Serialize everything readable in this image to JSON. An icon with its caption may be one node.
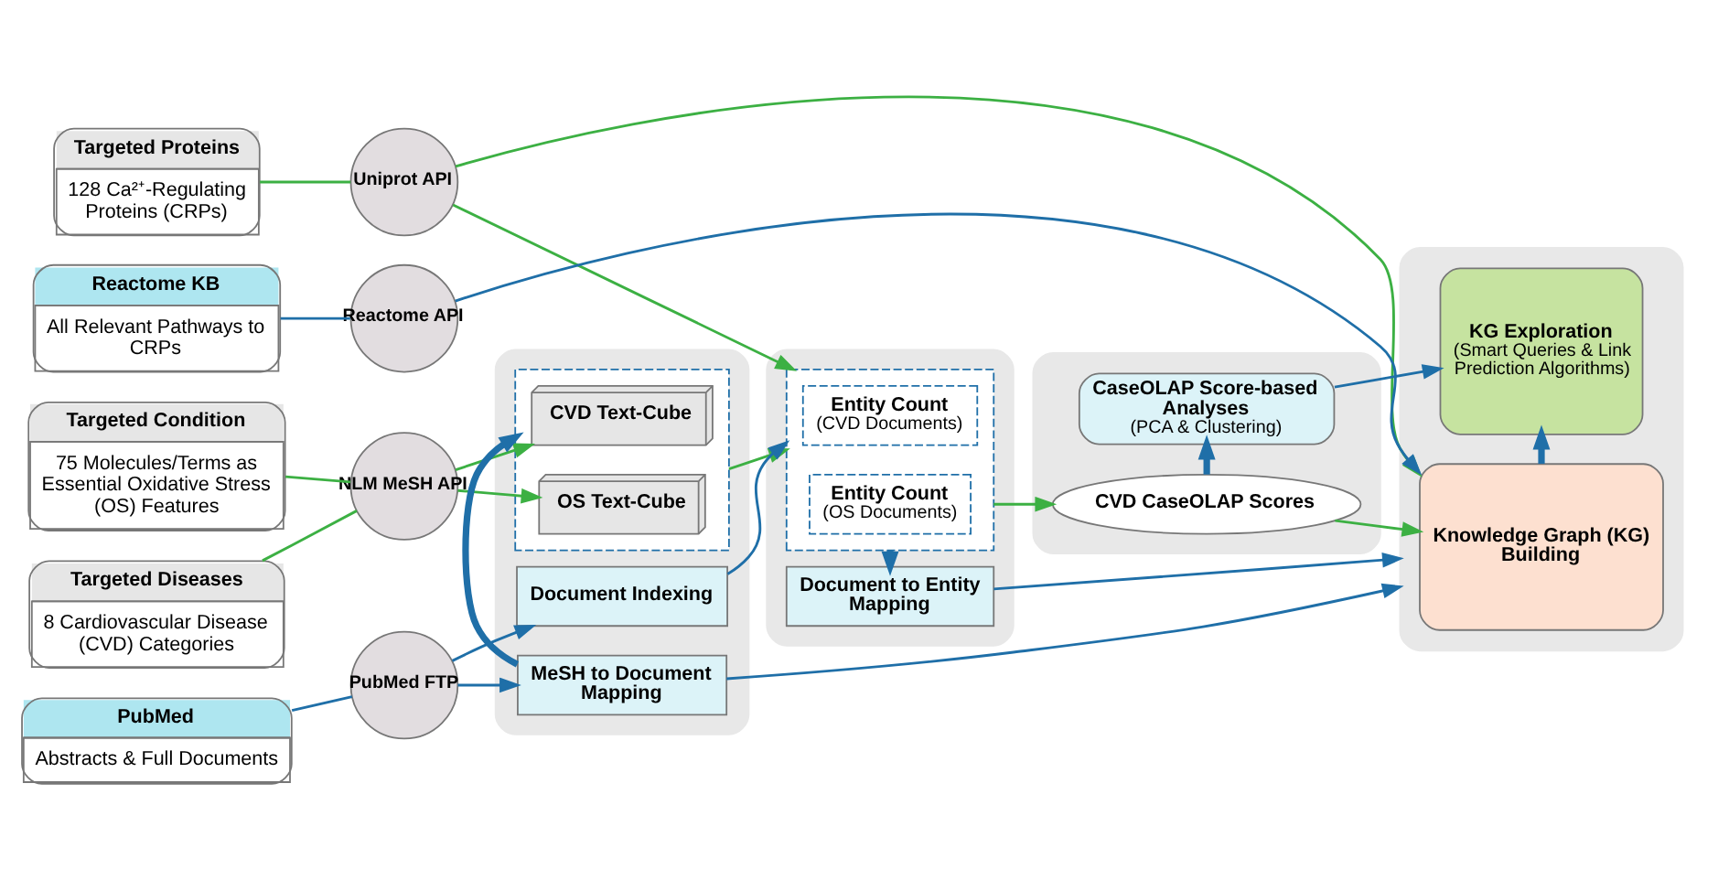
{
  "diagram": {
    "nodes": [
      {
        "text": [
          "Targeted Proteins",
          "128 Ca²⁺-Regulating Proteins (CRPs)"
        ]
      },
      {
        "text": [
          "Uniprot API"
        ]
      },
      {
        "text": [
          "Targeted Diseases",
          "8 Cardiovascular Disease (CVD) Categories"
        ]
      },
      {
        "text": [
          "Targeted Condition",
          "75 Molecules/Terms as Essential Oxidative Stress (OS) Features"
        ]
      },
      {
        "text": [
          "NLM MeSH API"
        ]
      },
      {
        "text": [
          "PubMed",
          "Abstracts & Full Documents"
        ]
      },
      {
        "text": [
          "PubMed FTP"
        ]
      },
      {
        "text": [
          "Reactome KB",
          "All Relevant Pathways to CRPs"
        ]
      },
      {
        "text": [
          "Reactome API"
        ]
      },
      {
        "text": [],
        "shape": "box"
      },
      {
        "text": [],
        "shape": "box",
        "in": 9
      },
      {
        "text": [
          "CVD Text-Cube"
        ],
        "in": 10
      },
      {
        "text": [
          "OS Text-Cube"
        ],
        "in": 10
      },
      {
        "text": [
          "MeSH to Document Mapping"
        ],
        "in": 9
      },
      {
        "text": [
          "Document Indexing"
        ],
        "in": 9
      },
      {
        "text": [],
        "shape": "box"
      },
      {
        "text": [],
        "shape": "box",
        "in": 15
      },
      {
        "text": [
          "Entity Count",
          "(CVD Documents)"
        ],
        "in": 16
      },
      {
        "text": [
          "Entity Count",
          "(OS Documents)"
        ],
        "in": 16
      },
      {
        "text": [
          "Document to Entity Mapping"
        ],
        "in": 15
      },
      {
        "text": [],
        "shape": "box"
      },
      {
        "text": [
          "CVD CaseOLAP Scores"
        ],
        "in": 20
      },
      {
        "text": [
          "CaseOLAP Score-based Analyses",
          "(PCA & Clustering)"
        ],
        "in": 20
      },
      {
        "text": [],
        "shape": "box"
      },
      {
        "text": [
          "Knowledge Graph (KG) Building"
        ],
        "in": 23
      },
      {
        "text": [
          "KG Exploration",
          "(Smart Queries & Link Prediction Algorithms)"
        ],
        "in": 23
      }
    ],
    "edges": [
      {
        "from": 0,
        "to": 1,
        "arrow": "none",
        "color": "#3cb043"
      },
      {
        "from": 1,
        "to": 24,
        "arrow": "to",
        "color": "#3cb043"
      },
      {
        "from": 1,
        "to": 16,
        "arrow": "to",
        "color": "#3cb043"
      },
      {
        "from": 2,
        "to": 4,
        "arrow": "none",
        "color": "#3cb043"
      },
      {
        "from": 3,
        "to": 4,
        "arrow": "none",
        "color": "#3cb043"
      },
      {
        "from": 4,
        "to": 11,
        "arrow": "to",
        "color": "#3cb043"
      },
      {
        "from": 4,
        "to": 12,
        "arrow": "to",
        "color": "#3cb043"
      },
      {
        "from": 10,
        "to": 16,
        "arrow": "to",
        "color": "#3cb043"
      },
      {
        "from": 5,
        "to": 6,
        "arrow": "none"
      },
      {
        "from": 6,
        "to": 13,
        "arrow": "to"
      },
      {
        "from": 6,
        "to": 14,
        "arrow": "to"
      },
      {
        "from": 13,
        "to": 10,
        "arrow": "to",
        "style": "thick"
      },
      {
        "from": 14,
        "to": 16,
        "arrow": "to"
      },
      {
        "from": 13,
        "to": 23,
        "arrow": "to"
      },
      {
        "from": 16,
        "to": 19,
        "arrow": "to",
        "style": "thick"
      },
      {
        "from": 16,
        "to": 21,
        "arrow": "to",
        "color": "#3cb043"
      },
      {
        "from": 19,
        "to": 23,
        "arrow": "to"
      },
      {
        "from": 21,
        "to": 22,
        "arrow": "to",
        "style": "thick"
      },
      {
        "from": 21,
        "to": 24,
        "arrow": "to",
        "color": "#3cb043"
      },
      {
        "from": 22,
        "to": 25,
        "arrow": "to"
      },
      {
        "from": 7,
        "to": 8,
        "arrow": "none"
      },
      {
        "from": 8,
        "to": 24,
        "arrow": "to"
      },
      {
        "from": 24,
        "to": 25,
        "arrow": "to",
        "style": "thick"
      }
    ]
  }
}
